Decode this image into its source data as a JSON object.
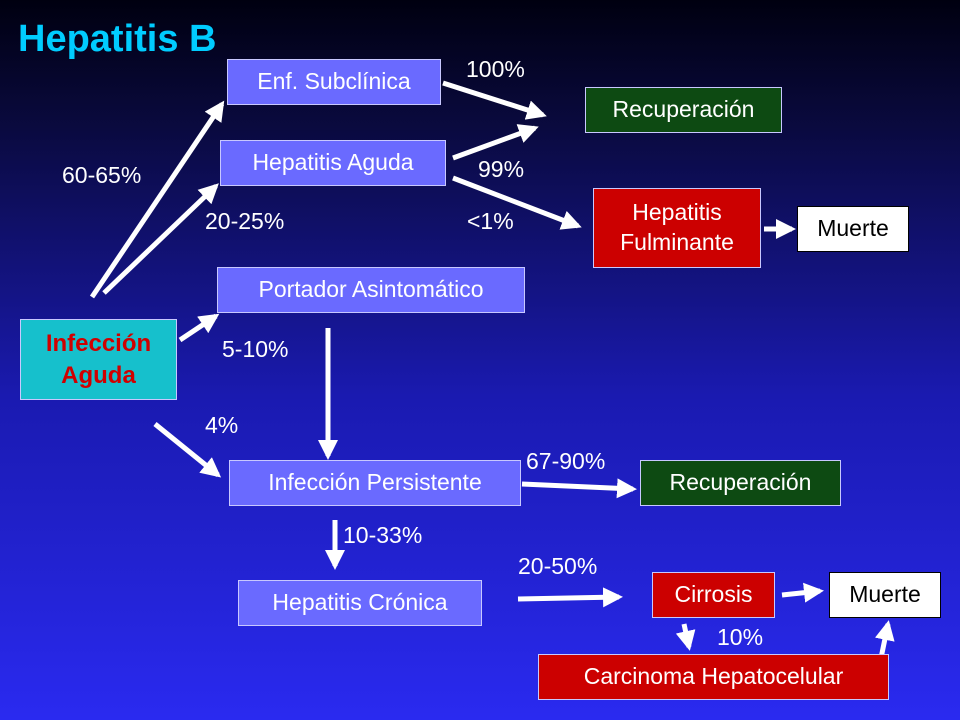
{
  "title": "Hepatitis B",
  "nodes": {
    "enf_subclinica": "Enf. Subclínica",
    "hepatitis_aguda": "Hepatitis Aguda",
    "portador": "Portador Asintomático",
    "infeccion_aguda": "Infección Aguda",
    "infeccion_persistente": "Infección Persistente",
    "hepatitis_cronica": "Hepatitis Crónica",
    "recuperacion_1": "Recuperación",
    "hepatitis_fulminante": "Hepatitis Fulminante",
    "muerte_1": "Muerte",
    "recuperacion_2": "Recuperación",
    "cirrosis": "Cirrosis",
    "muerte_2": "Muerte",
    "carcinoma": "Carcinoma Hepatocelular"
  },
  "percentages": {
    "p100": "100%",
    "p99": "99%",
    "p60_65": "60-65%",
    "p20_25": "20-25%",
    "plt1": "<1%",
    "p5_10": "5-10%",
    "p4": "4%",
    "p67_90": "67-90%",
    "p10_33": "10-33%",
    "p20_50": "20-50%",
    "p10": "10%"
  },
  "colors": {
    "title": "#00ccff",
    "node_blue": "#6a6aff",
    "node_green": "#0d4a12",
    "node_red": "#cc0000",
    "node_teal": "#16c0cc",
    "arrow": "#ffffff"
  }
}
